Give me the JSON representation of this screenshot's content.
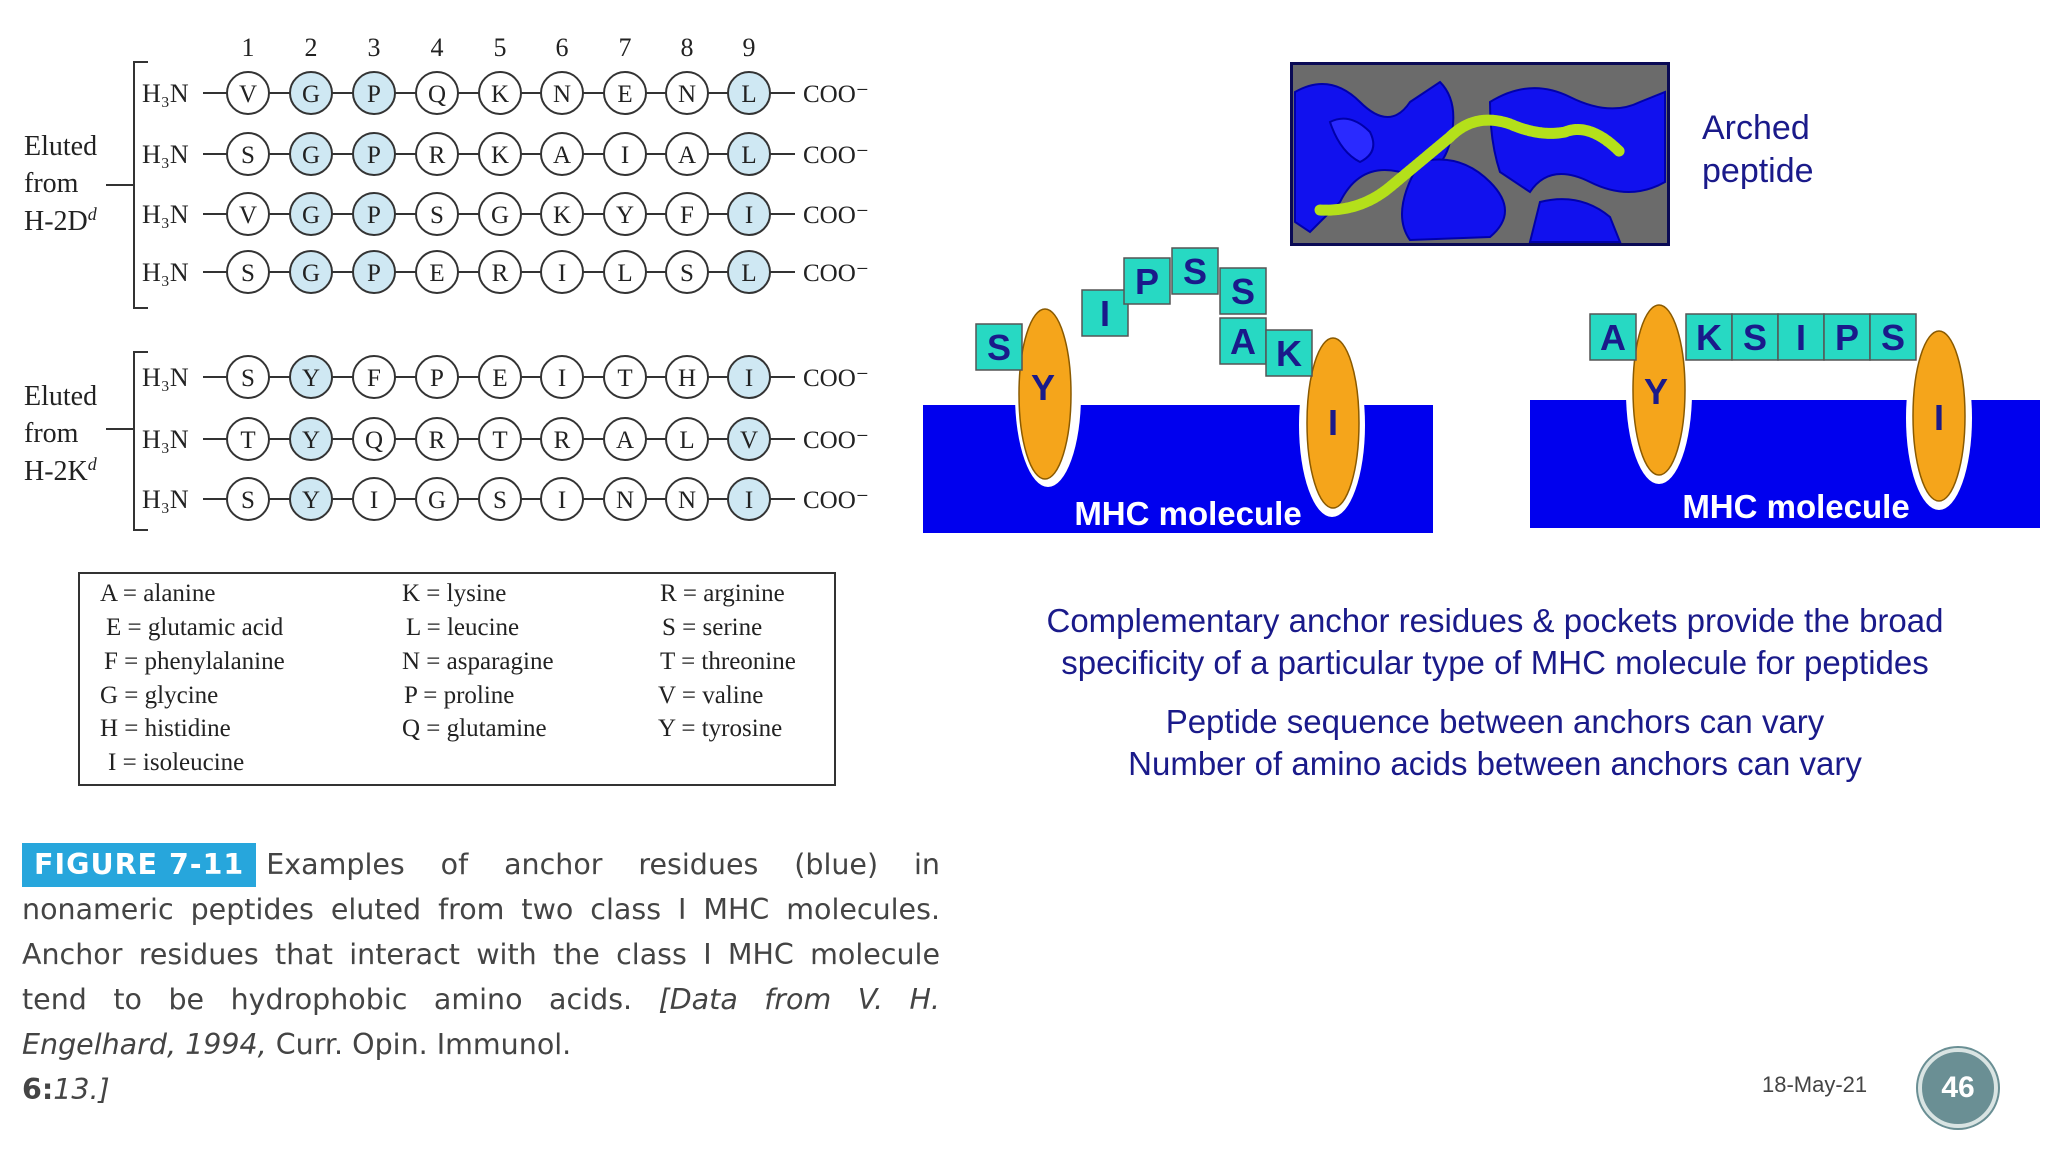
{
  "figure": {
    "positions": [
      "1",
      "2",
      "3",
      "4",
      "5",
      "6",
      "7",
      "8",
      "9"
    ],
    "n_terminus": "H₃N",
    "c_terminus": "COO⁻",
    "groups": [
      {
        "label": [
          "Eluted",
          "from",
          "H-2D"
        ],
        "label_sup": "d",
        "peptides": [
          [
            "V",
            "G",
            "P",
            "Q",
            "K",
            "N",
            "E",
            "N",
            "L"
          ],
          [
            "S",
            "G",
            "P",
            "R",
            "K",
            "A",
            "I",
            "A",
            "L"
          ],
          [
            "V",
            "G",
            "P",
            "S",
            "G",
            "K",
            "Y",
            "F",
            "I"
          ],
          [
            "S",
            "G",
            "P",
            "E",
            "R",
            "I",
            "L",
            "S",
            "L"
          ]
        ],
        "anchor_positions": [
          2,
          3,
          9
        ]
      },
      {
        "label": [
          "Eluted",
          "from",
          "H-2K"
        ],
        "label_sup": "d",
        "peptides": [
          [
            "S",
            "Y",
            "F",
            "P",
            "E",
            "I",
            "T",
            "H",
            "I"
          ],
          [
            "T",
            "Y",
            "Q",
            "R",
            "T",
            "R",
            "A",
            "L",
            "V"
          ],
          [
            "S",
            "Y",
            "I",
            "G",
            "S",
            "I",
            "N",
            "N",
            "I"
          ]
        ],
        "anchor_positions": [
          2,
          9
        ]
      }
    ],
    "anchor_color": "#cfe8f3",
    "legend": [
      "A = alanine",
      "E = glutamic acid",
      "F = phenylalanine",
      "G = glycine",
      "H = histidine",
      "I = isoleucine",
      "K = lysine",
      "L = leucine",
      "N = asparagine",
      "P = proline",
      "Q = glutamine",
      "R = arginine",
      "S = serine",
      "T = threonine",
      "V = valine",
      "Y = tyrosine"
    ],
    "caption": {
      "label": "FIGURE 7-11",
      "text": "Examples of anchor residues (blue) in nonameric peptides eluted from two class I MHC molecules. Anchor residues that interact with the class I MHC molecule tend to be hydrophobic amino acids.",
      "citation_italic": "[Data from V. H. Engelhard, 1994,",
      "citation_journal": "Curr. Opin. Immunol.",
      "citation_volume": "6:",
      "citation_end": "13.]"
    }
  },
  "arched_label": [
    "Arched",
    "peptide"
  ],
  "diagram_left": {
    "peptide": [
      "S",
      "I",
      "P",
      "S",
      "S",
      "A",
      "K"
    ],
    "anchor_left": "Y",
    "anchor_right": "I",
    "mhc_label": "MHC molecule"
  },
  "diagram_right": {
    "peptide": [
      "A",
      "K",
      "S",
      "I",
      "P",
      "S"
    ],
    "anchor_left": "Y",
    "anchor_right": "I",
    "mhc_label": "MHC molecule"
  },
  "text": {
    "line1": "Complementary anchor residues & pockets provide the broad",
    "line2": "specificity of a particular type of MHC molecule for peptides",
    "line3": "Peptide sequence between anchors can vary",
    "line4": "Number of amino acids between anchors can vary"
  },
  "footer": {
    "date": "18-May-21",
    "page": "46"
  },
  "colors": {
    "mhc_blue": "#0000ee",
    "anchor_orange": "#f5a51b",
    "peptide_teal": "#27d9c3",
    "text_navy": "#1a1a8a"
  }
}
